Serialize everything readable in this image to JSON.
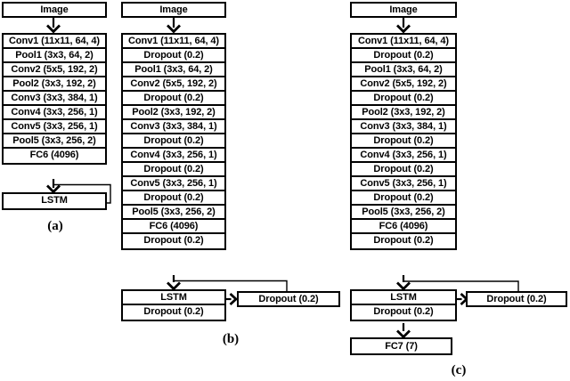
{
  "diagram": {
    "colors": {
      "border": "#000000",
      "background": "#ffffff",
      "text": "#000000"
    },
    "columns": [
      {
        "label": "(a)",
        "input": "Image",
        "layers": [
          "Conv1 (11x11, 64, 4)",
          "Pool1 (3x3, 64, 2)",
          "Conv2 (5x5, 192, 2)",
          "Pool2 (3x3, 192, 2)",
          "Conv3 (3x3, 384, 1)",
          "Conv4 (3x3, 256, 1)",
          "Conv5 (3x3, 256, 1)",
          "Pool5 (3x3, 256, 2)",
          "FC6 (4096)"
        ],
        "recurrent": [
          "LSTM"
        ]
      },
      {
        "label": "(b)",
        "input": "Image",
        "layers": [
          "Conv1 (11x11, 64, 4)",
          "Dropout (0.2)",
          "Pool1 (3x3, 64, 2)",
          "Conv2 (5x5, 192, 2)",
          "Dropout (0.2)",
          "Pool2 (3x3, 192, 2)",
          "Conv3 (3x3, 384, 1)",
          "Dropout (0.2)",
          "Conv4 (3x3, 256, 1)",
          "Dropout (0.2)",
          "Conv5 (3x3, 256, 1)",
          "Dropout (0.2)",
          "Pool5 (3x3, 256, 2)",
          "FC6 (4096)",
          "Dropout (0.2)"
        ],
        "recurrent": [
          "LSTM",
          "Dropout (0.2)"
        ],
        "side_box": "Dropout (0.2)"
      },
      {
        "label": "(c)",
        "input": "Image",
        "layers": [
          "Conv1 (11x11, 64, 4)",
          "Dropout (0.2)",
          "Pool1 (3x3, 64, 2)",
          "Conv2 (5x5, 192, 2)",
          "Dropout (0.2)",
          "Pool2 (3x3, 192, 2)",
          "Conv3 (3x3, 384, 1)",
          "Dropout (0.2)",
          "Conv4 (3x3, 256, 1)",
          "Dropout (0.2)",
          "Conv5 (3x3, 256, 1)",
          "Dropout (0.2)",
          "Pool5 (3x3, 256, 2)",
          "FC6 (4096)",
          "Dropout (0.2)"
        ],
        "recurrent": [
          "LSTM",
          "Dropout (0.2)"
        ],
        "side_box": "Dropout (0.2)",
        "output_box": "FC7 (7)"
      }
    ]
  }
}
